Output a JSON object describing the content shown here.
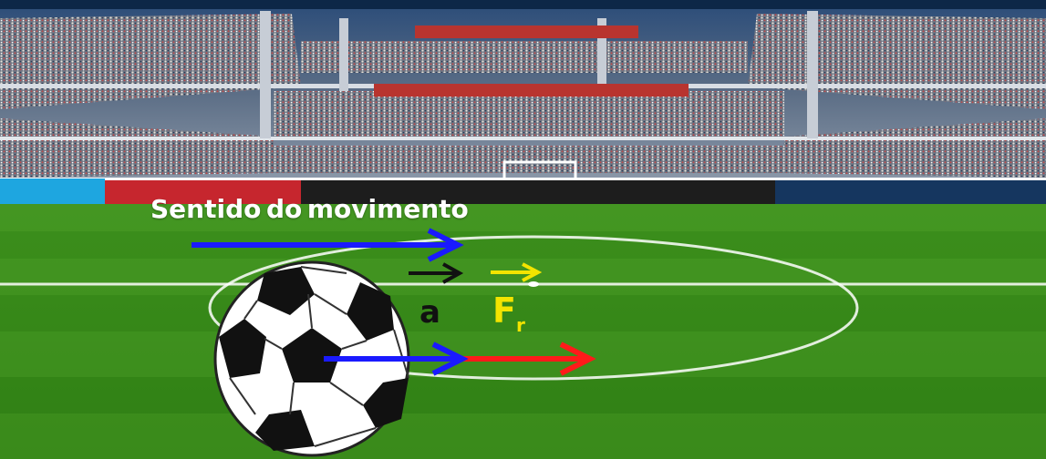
{
  "labels": {
    "direction": "Sentido do movimento ",
    "acceleration": "a ",
    "force": "F",
    "force_sub": "r "
  },
  "colors": {
    "velocity_arrow": "#1a1aff",
    "acceleration_arrow": "#111111",
    "force_arrow": "#f3e400",
    "resultant_arrow": "#ff1a1a",
    "pitch_light": "#3f9a1f",
    "pitch_dark": "#2b7a14",
    "sky": "#1c5a9e"
  },
  "icons": {
    "ball": "soccer-ball-icon",
    "background": "stadium-illustration"
  }
}
